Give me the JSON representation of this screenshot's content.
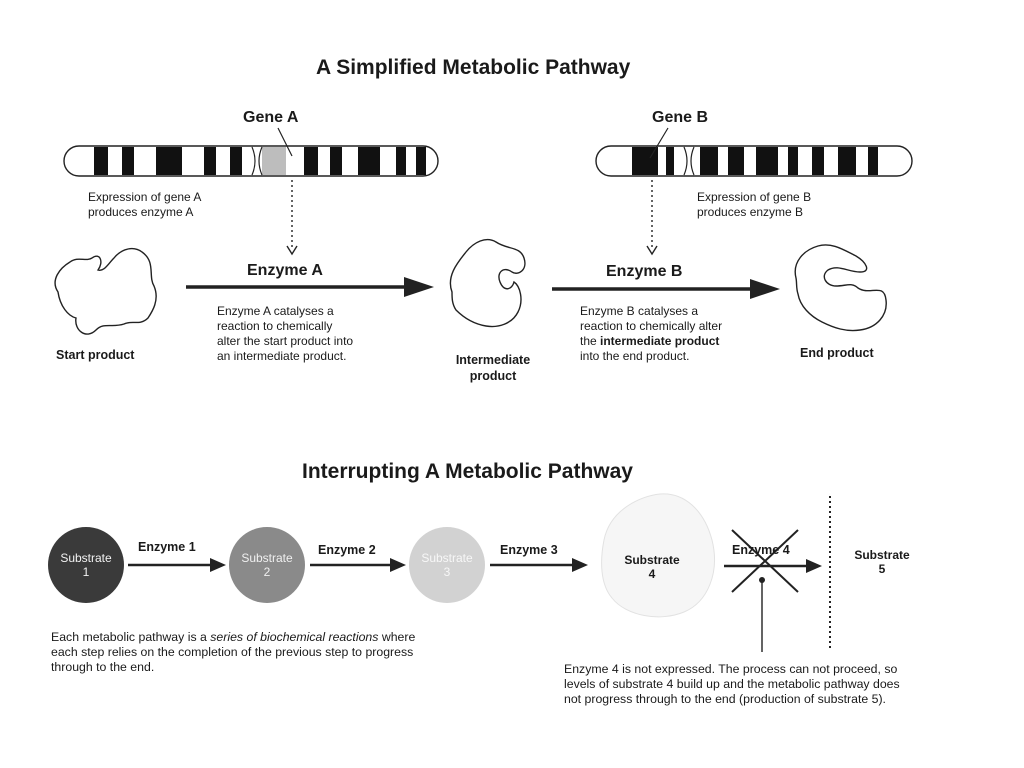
{
  "pathway": {
    "title": "A Simplified Metabolic Pathway",
    "gene_a": {
      "label": "Gene A",
      "expression_line1": "Expression of gene A",
      "expression_line2": "produces enzyme A"
    },
    "gene_b": {
      "label": "Gene B",
      "expression_line1": "Expression of gene B",
      "expression_line2": "produces enzyme B"
    },
    "enzyme_a": {
      "label": "Enzyme A",
      "desc_line1": "Enzyme A catalyses a",
      "desc_line2": "reaction to chemically",
      "desc_line3": "alter the start product into",
      "desc_line4": "an intermediate product."
    },
    "enzyme_b": {
      "label": "Enzyme B",
      "desc_line1": "Enzyme B catalyses a",
      "desc_line2": "reaction to chemically alter",
      "desc_line3_pre": "the ",
      "desc_line3_bold": "intermediate product",
      "desc_line4": "into the end product."
    },
    "start_product": "Start product",
    "intermediate_line1": "Intermediate",
    "intermediate_line2": "product",
    "end_product": "End product"
  },
  "interrupt": {
    "title": "Interrupting A Metabolic Pathway",
    "substrates": [
      {
        "line1": "Substrate",
        "line2": "1"
      },
      {
        "line1": "Substrate",
        "line2": "2"
      },
      {
        "line1": "Substrate",
        "line2": "3"
      },
      {
        "line1": "Substrate",
        "line2": "4"
      },
      {
        "line1": "Substrate",
        "line2": "5"
      }
    ],
    "enzymes": [
      "Enzyme 1",
      "Enzyme 2",
      "Enzyme 3",
      "Enzyme 4"
    ],
    "left_note": {
      "line1_pre": "Each metabolic pathway is a ",
      "line1_italic": "series of biochemical reactions",
      "line1_post": " where",
      "line2": "each step relies on the completion of the previous step to progress",
      "line3": "through to the end."
    },
    "right_note": {
      "line1": "Enzyme 4 is not expressed. The process can not proceed, so",
      "line2": "levels of substrate 4 build up and the metabolic pathway does",
      "line3": "not progress through to the end (production of substrate 5)."
    }
  },
  "colors": {
    "substrate1": "#3a3a3a",
    "substrate2": "#8a8a8a",
    "substrate3": "#cfcfcf",
    "ink": "#1a1a1a"
  }
}
